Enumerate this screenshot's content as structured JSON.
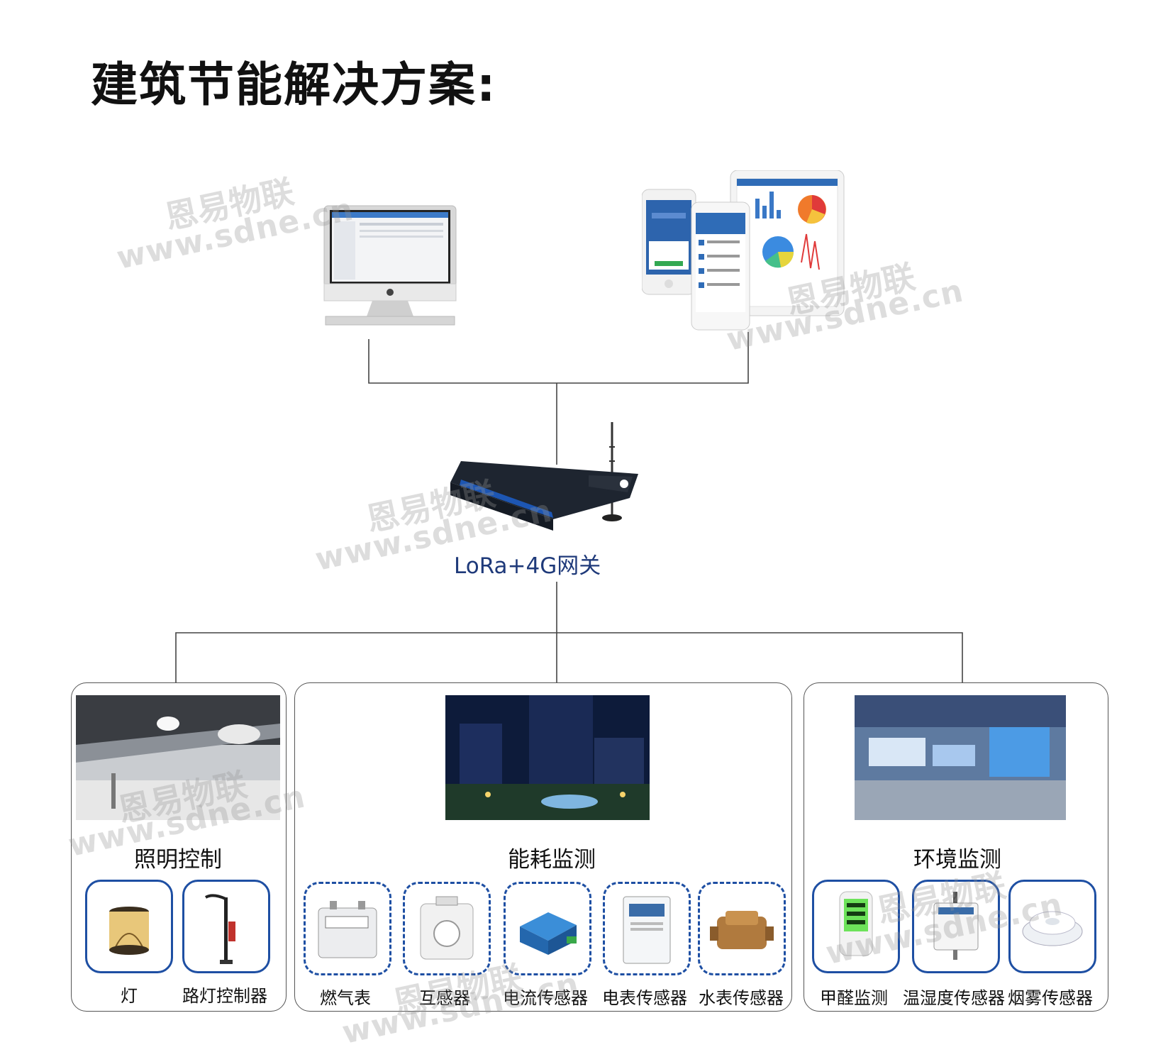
{
  "title": "建筑节能解决方案:",
  "gateway": {
    "label": "LoRa+4G网关"
  },
  "sections": [
    {
      "name": "照明控制",
      "devices": [
        {
          "label": "灯"
        },
        {
          "label": "路灯控制器"
        }
      ]
    },
    {
      "name": "能耗监测",
      "devices": [
        {
          "label": "燃气表"
        },
        {
          "label": "互感器"
        },
        {
          "label": "电流传感器"
        },
        {
          "label": "电表传感器"
        },
        {
          "label": "水表传感器"
        }
      ]
    },
    {
      "name": "环境监测",
      "devices": [
        {
          "label": "甲醛监测"
        },
        {
          "label": "温湿度传感器"
        },
        {
          "label": "烟雾传感器"
        }
      ]
    }
  ],
  "watermark": {
    "cn": "恩易物联",
    "url": "www.sdne.cn"
  },
  "colors": {
    "accent": "#1e4fa3",
    "label": "#1f3a7a",
    "line": "#444444"
  }
}
